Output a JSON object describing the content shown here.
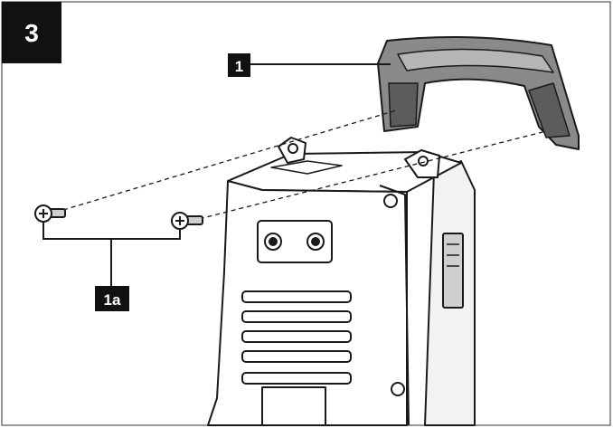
{
  "figure": {
    "step_number": "3",
    "callouts": {
      "handle": "1",
      "screws": "1a"
    }
  },
  "colors": {
    "ink": "#1a1a1a",
    "handle_fill": "#8a8a8a",
    "body_fill": "#ffffff",
    "frame": "#777777"
  }
}
